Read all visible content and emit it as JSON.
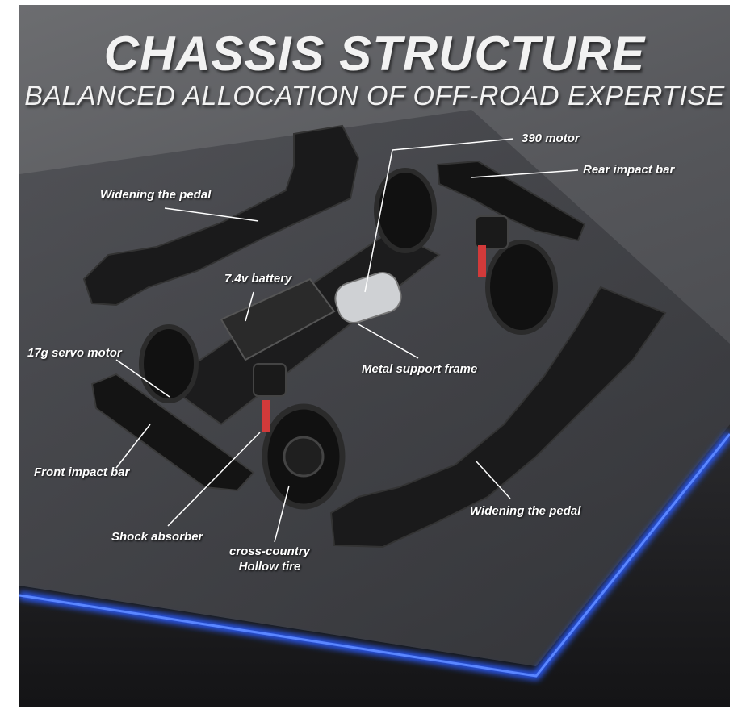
{
  "header": {
    "title": "CHASSIS STRUCTURE",
    "subtitle": "BALANCED ALLOCATION OF OFF-ROAD EXPERTISE"
  },
  "callouts": {
    "motor_390": "390 motor",
    "rear_impact_bar": "Rear impact bar",
    "widening_pedal_left": "Widening the pedal",
    "battery": "7.4v battery",
    "servo_motor": "17g servo motor",
    "metal_support_frame": "Metal support frame",
    "front_impact_bar": "Front impact bar",
    "widening_pedal_right": "Widening the pedal",
    "shock_absorber": "Shock absorber",
    "tire_line1": "cross-country",
    "tire_line2": "Hollow tire"
  },
  "colors": {
    "background": "#55565a",
    "platform_top": "#3a3b3f",
    "glow_edge": "#2a5cff",
    "label_text": "#ffffff",
    "parts": "#141414",
    "spring": "#d23a3a"
  }
}
